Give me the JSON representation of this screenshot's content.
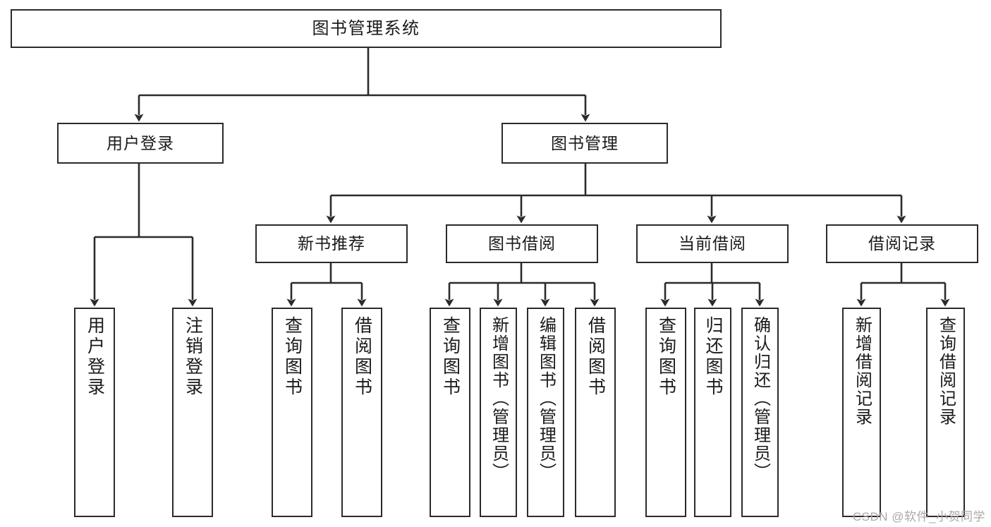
{
  "diagram": {
    "title": "图书管理系统",
    "type": "tree-hierarchy",
    "stroke_color": "#2b2b2b",
    "fill_color": "#ffffff",
    "background": "#ffffff",
    "root": {
      "label": "图书管理系统"
    },
    "level2": [
      {
        "label": "用户登录"
      },
      {
        "label": "图书管理"
      }
    ],
    "level3": [
      {
        "label": "新书推荐"
      },
      {
        "label": "图书借阅"
      },
      {
        "label": "当前借阅"
      },
      {
        "label": "借阅记录"
      }
    ],
    "leaves": {
      "user_login": [
        {
          "label": "用户登录"
        },
        {
          "label": "注销登录"
        }
      ],
      "new_book_recommend": [
        {
          "label": "查询图书"
        },
        {
          "label": "借阅图书"
        }
      ],
      "book_borrow": [
        {
          "label": "查询图书"
        },
        {
          "label": "新增图书（管理员）"
        },
        {
          "label": "编辑图书（管理员）"
        },
        {
          "label": "借阅图书"
        }
      ],
      "current_borrow": [
        {
          "label": "查询图书"
        },
        {
          "label": "归还图书"
        },
        {
          "label": "确认归还（管理员）"
        }
      ],
      "borrow_record": [
        {
          "label": "新增借阅记录"
        },
        {
          "label": "查询借阅记录"
        }
      ]
    }
  },
  "watermark": {
    "text": "CSDN @软件_小贺同学"
  }
}
